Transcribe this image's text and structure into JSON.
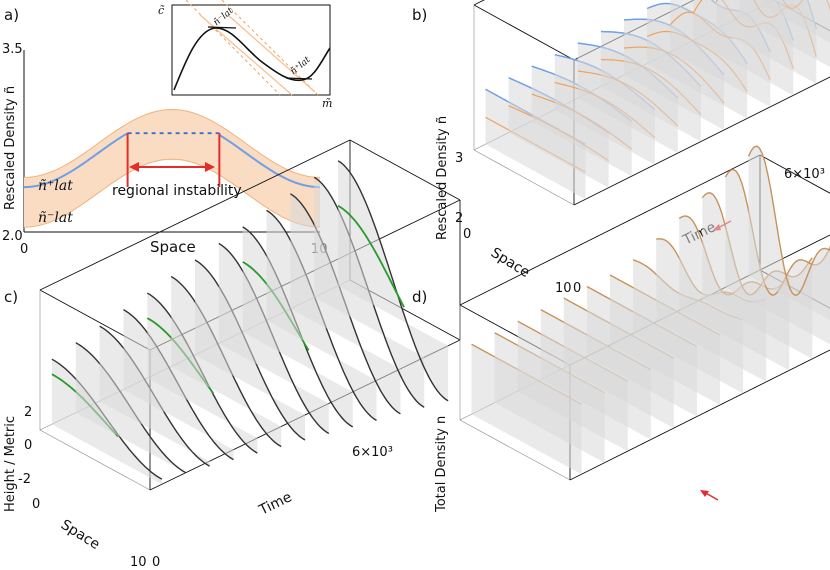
{
  "chart_data": [
    {
      "panel": "a)",
      "type": "line",
      "xlabel": "Space",
      "ylabel": "Rescaled Density ñ",
      "xlim": [
        0,
        10
      ],
      "ylim": [
        2.0,
        3.5
      ],
      "x_ticks": [
        "0",
        "10"
      ],
      "y_ticks": [
        "2.0",
        "3.5"
      ],
      "curve": {
        "x0": 0,
        "x1": 10,
        "mean": 2.65,
        "amp": 0.28,
        "color": "#6ea0e8"
      },
      "band": {
        "upper_offset": 0.08,
        "lower_offset": -0.33,
        "color": "#f6c9a0"
      },
      "instability_region": [
        3.5,
        6.6
      ],
      "labels": {
        "upper": "ñ⁺lat",
        "lower": "ñ⁻lat",
        "region": "regional instability"
      },
      "colors": {
        "curve": "#6ea0e8",
        "band": "#f7d2ae",
        "band_line": "#f0b27e",
        "arrow": "#e52b2b"
      },
      "inset": {
        "xlabel": "m̃",
        "ylabel": "c̃",
        "labels": [
          "ñ⁻lat",
          "ñ⁺lat"
        ]
      }
    },
    {
      "panel": "b)",
      "type": "line",
      "ylabel": "Rescaled Density ñ",
      "xlabel": "Space",
      "zlabel": "Time",
      "y_ticks": [
        "2",
        "3"
      ],
      "x_ticks": [
        "0",
        "10"
      ],
      "time_ticks": [
        "0",
        "6×10³"
      ],
      "slices": 13,
      "colors": {
        "density": "#6ea0e8",
        "band": "#f0a060"
      }
    },
    {
      "panel": "c)",
      "type": "line",
      "ylabel": "Height / Metric",
      "xlabel": "Space",
      "zlabel": "Time",
      "y_ticks": [
        "2",
        "0",
        "-2"
      ],
      "x_ticks": [
        "0",
        "10"
      ],
      "time_ticks": [
        "0",
        "6×10³"
      ],
      "slices": 13,
      "colors": {
        "height": "#333333",
        "metric": "#2a9a2a"
      }
    },
    {
      "panel": "d)",
      "type": "line",
      "ylabel": "Total Density n",
      "slices": 13,
      "colors": {
        "density": "#c8925a"
      }
    }
  ]
}
